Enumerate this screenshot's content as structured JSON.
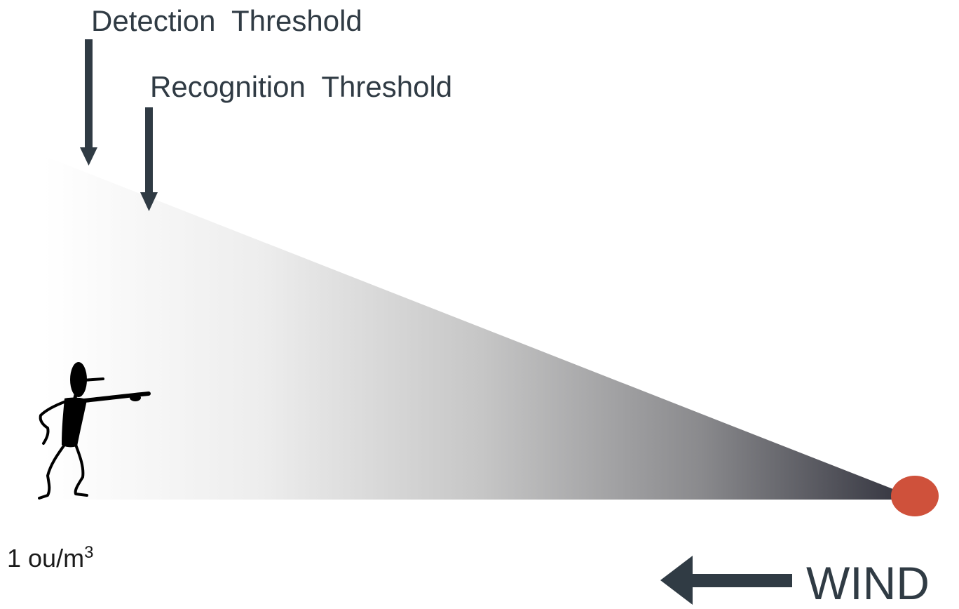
{
  "labels": {
    "detection_threshold": "Detection  Threshold",
    "recognition_threshold": "Recognition  Threshold",
    "concentration_value": "1 ou/m",
    "concentration_exponent": "3",
    "wind": "WIND"
  },
  "colors": {
    "text": "#303b44",
    "arrow": "#303b44",
    "plume_dark": "#2e2f3a",
    "plume_light": "#ffffff",
    "odour_source": "#cf513b",
    "figure": "#000000"
  },
  "icons": {
    "person": "person-pointing-icon",
    "source": "odour-source-icon",
    "wind_arrow": "arrow-left-icon"
  }
}
